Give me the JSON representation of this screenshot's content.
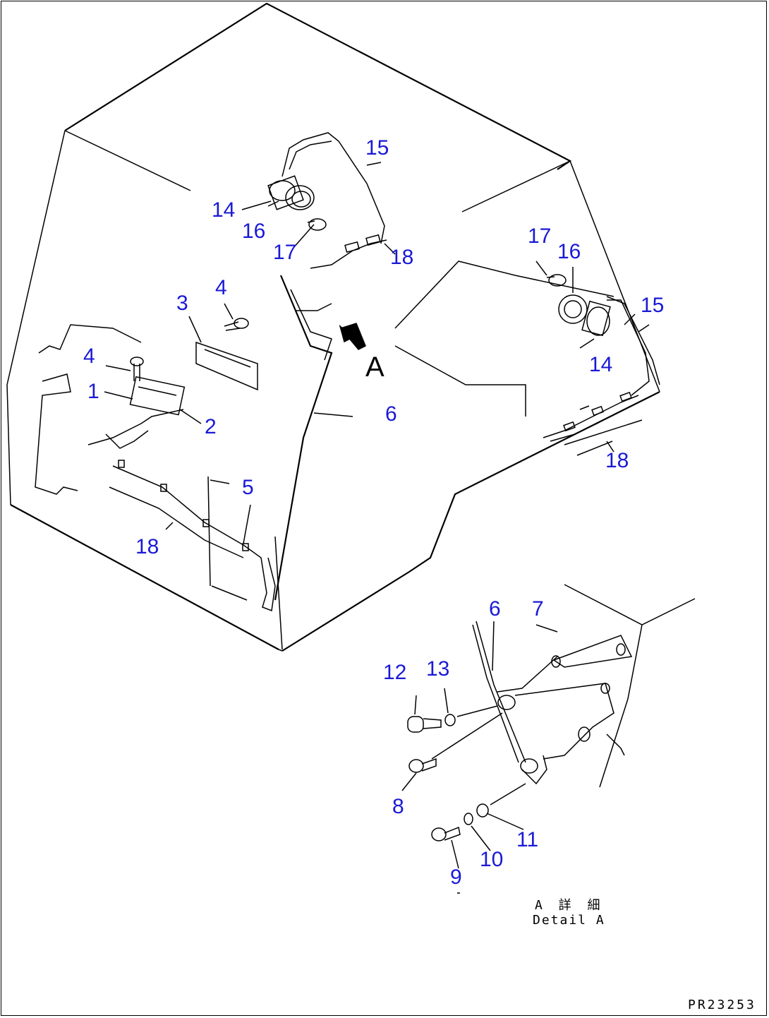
{
  "drawing": {
    "drawing_id": "PR23253",
    "view_letter": "A",
    "detail_label_jp": "A 詳 細",
    "detail_label_en": "Detail A"
  },
  "callouts": {
    "c1": "1",
    "c2": "2",
    "c3": "3",
    "c4a": "4",
    "c4b": "4",
    "c5": "5",
    "c6a": "6",
    "c6b": "6",
    "c7": "7",
    "c8": "8",
    "c9": "9",
    "c10": "10",
    "c11": "11",
    "c12": "12",
    "c13": "13",
    "c14a": "14",
    "c14b": "14",
    "c15a": "15",
    "c15b": "15",
    "c16a": "16",
    "c16b": "16",
    "c17a": "17",
    "c17b": "17",
    "c18a": "18",
    "c18b": "18",
    "c18c": "18"
  },
  "colors": {
    "callout": "#1a1ad6",
    "line": "#000000",
    "background": "#ffffff"
  }
}
